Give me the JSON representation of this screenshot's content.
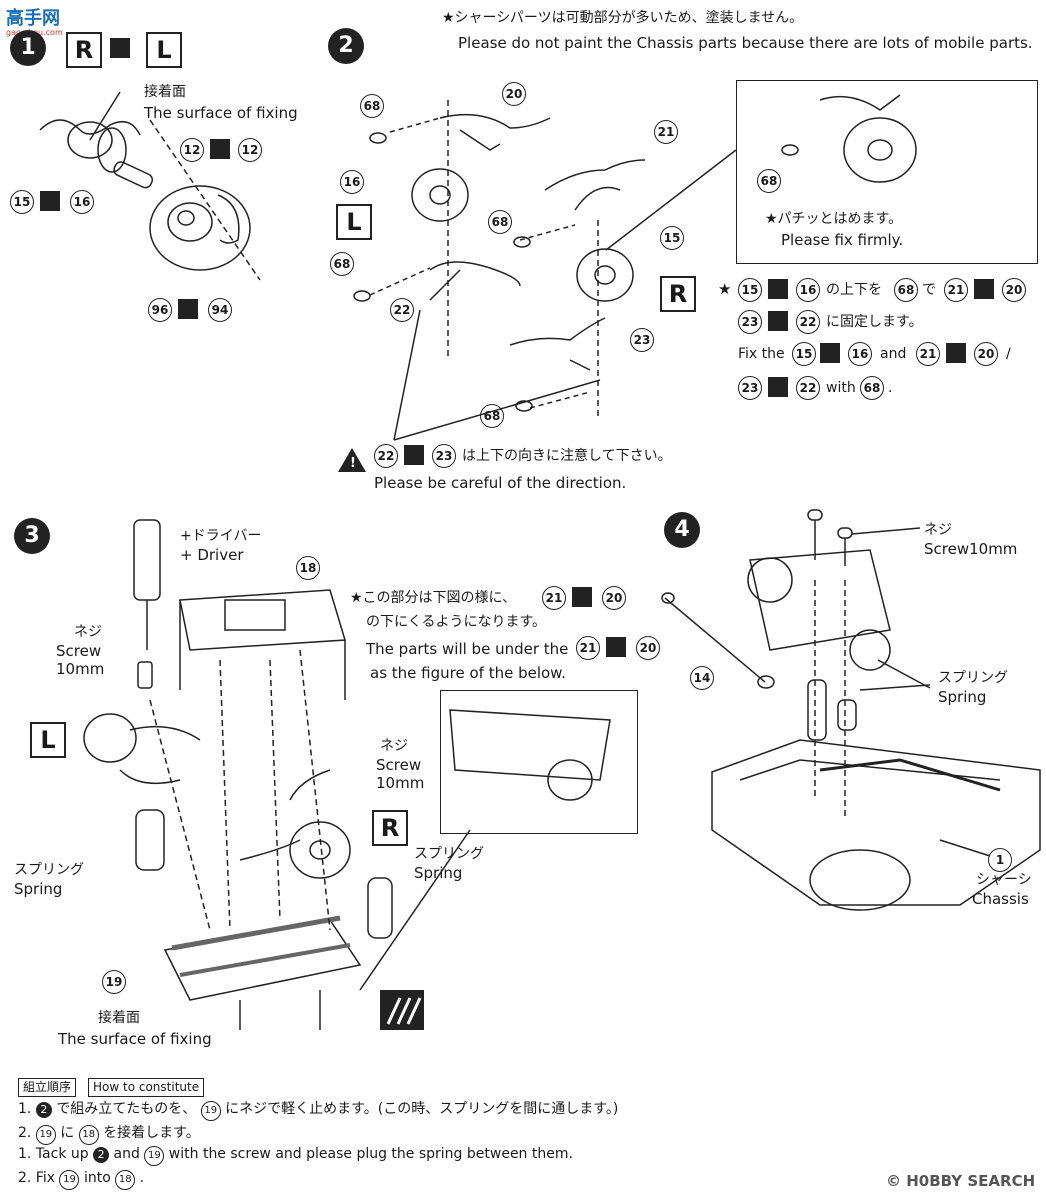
{
  "watermark": {
    "site_line": "高手网",
    "site_sub": "gao-shou.com"
  },
  "notes": {
    "no_paint_jp": "★シャーシパーツは可動部分が多いため、塗装しません。",
    "no_paint_en": "Please do not paint the Chassis parts because there are lots of mobile parts."
  },
  "step1": {
    "num": "1",
    "badge_r": "R",
    "badge_l": "L",
    "fix_jp": "接着面",
    "fix_en": "The surface of fixing",
    "parts": {
      "p12a": "12",
      "p12b": "12",
      "p15": "15",
      "p16": "16",
      "p96": "96",
      "p94": "94"
    }
  },
  "step2": {
    "num": "2",
    "badge_l": "L",
    "badge_r": "R",
    "parts": {
      "p68a": "68",
      "p68b": "68",
      "p68c": "68",
      "p68d": "68",
      "p68e": "68",
      "p20": "20",
      "p21": "21",
      "p16": "16",
      "p15": "15",
      "p22": "22",
      "p23": "23"
    },
    "inset_jp": "★パチッとはめます。",
    "inset_en": "Please fix firmly.",
    "fix_line1_jp_a": "の上下を",
    "fix_line1_jp_b": "で",
    "fix_line2_jp": "に固定します。",
    "fix_en_a": "Fix the",
    "fix_en_b": "and",
    "fix_en_c": "/",
    "fix_en_d": "with",
    "fix_en_e": ".",
    "caution_jp": "は上下の向きに注意して下さい。",
    "caution_en": "Please be careful of the direction."
  },
  "step3": {
    "num": "3",
    "driver_jp": "+ドライバー",
    "driver_en": "+ Driver",
    "screw_jp": "ネジ",
    "screw_en1": "Screw",
    "screw_en2": "10mm",
    "screw2_jp": "ネジ",
    "screw2_en1": "Screw",
    "screw2_en2": "10mm",
    "spring_jp": "スプリング",
    "spring_en": "Spring",
    "spring2_jp": "スプリング",
    "spring2_en": "Spring",
    "badge_l": "L",
    "badge_r": "R",
    "under_jp_a": "★この部分は下図の様に、",
    "under_jp_b": "の下にくるようになります。",
    "under_en_a": "The parts will be under the",
    "under_en_b": "as the figure of the below.",
    "fix_jp": "接着面",
    "fix_en": "The surface of fixing",
    "parts": {
      "p18": "18",
      "p19": "19",
      "p21": "21",
      "p20": "20"
    }
  },
  "step4": {
    "num": "4",
    "screw_jp": "ネジ",
    "screw_en": "Screw10mm",
    "spring_jp": "スプリング",
    "spring_en": "Spring",
    "chassis_jp": "シャーシ",
    "chassis_en": "Chassis",
    "parts": {
      "p14": "14",
      "p1": "1"
    }
  },
  "footer": {
    "tag_jp": "組立順序",
    "tag_en": "How to constitute",
    "line1_a": "1.",
    "line1_b": "で組み立てたものを、",
    "line1_c": "にネジで軽く止めます。(この時、スプリングを間に通します。)",
    "line2_a": "2.",
    "line2_b": "に",
    "line2_c": "を接着します。",
    "line3_a": "1. Tack up",
    "line3_b": "and",
    "line3_c": "with the screw and please plug the spring between them.",
    "line4_a": "2. Fix",
    "line4_b": "into",
    "line4_c": ".",
    "n2": "2",
    "n19a": "19",
    "n19b": "19",
    "n18a": "18",
    "n2b": "2",
    "n19c": "19",
    "n19d": "19",
    "n18b": "18"
  },
  "branding": {
    "hobby": "H0BBY SEARCH",
    "copyright": "©"
  }
}
